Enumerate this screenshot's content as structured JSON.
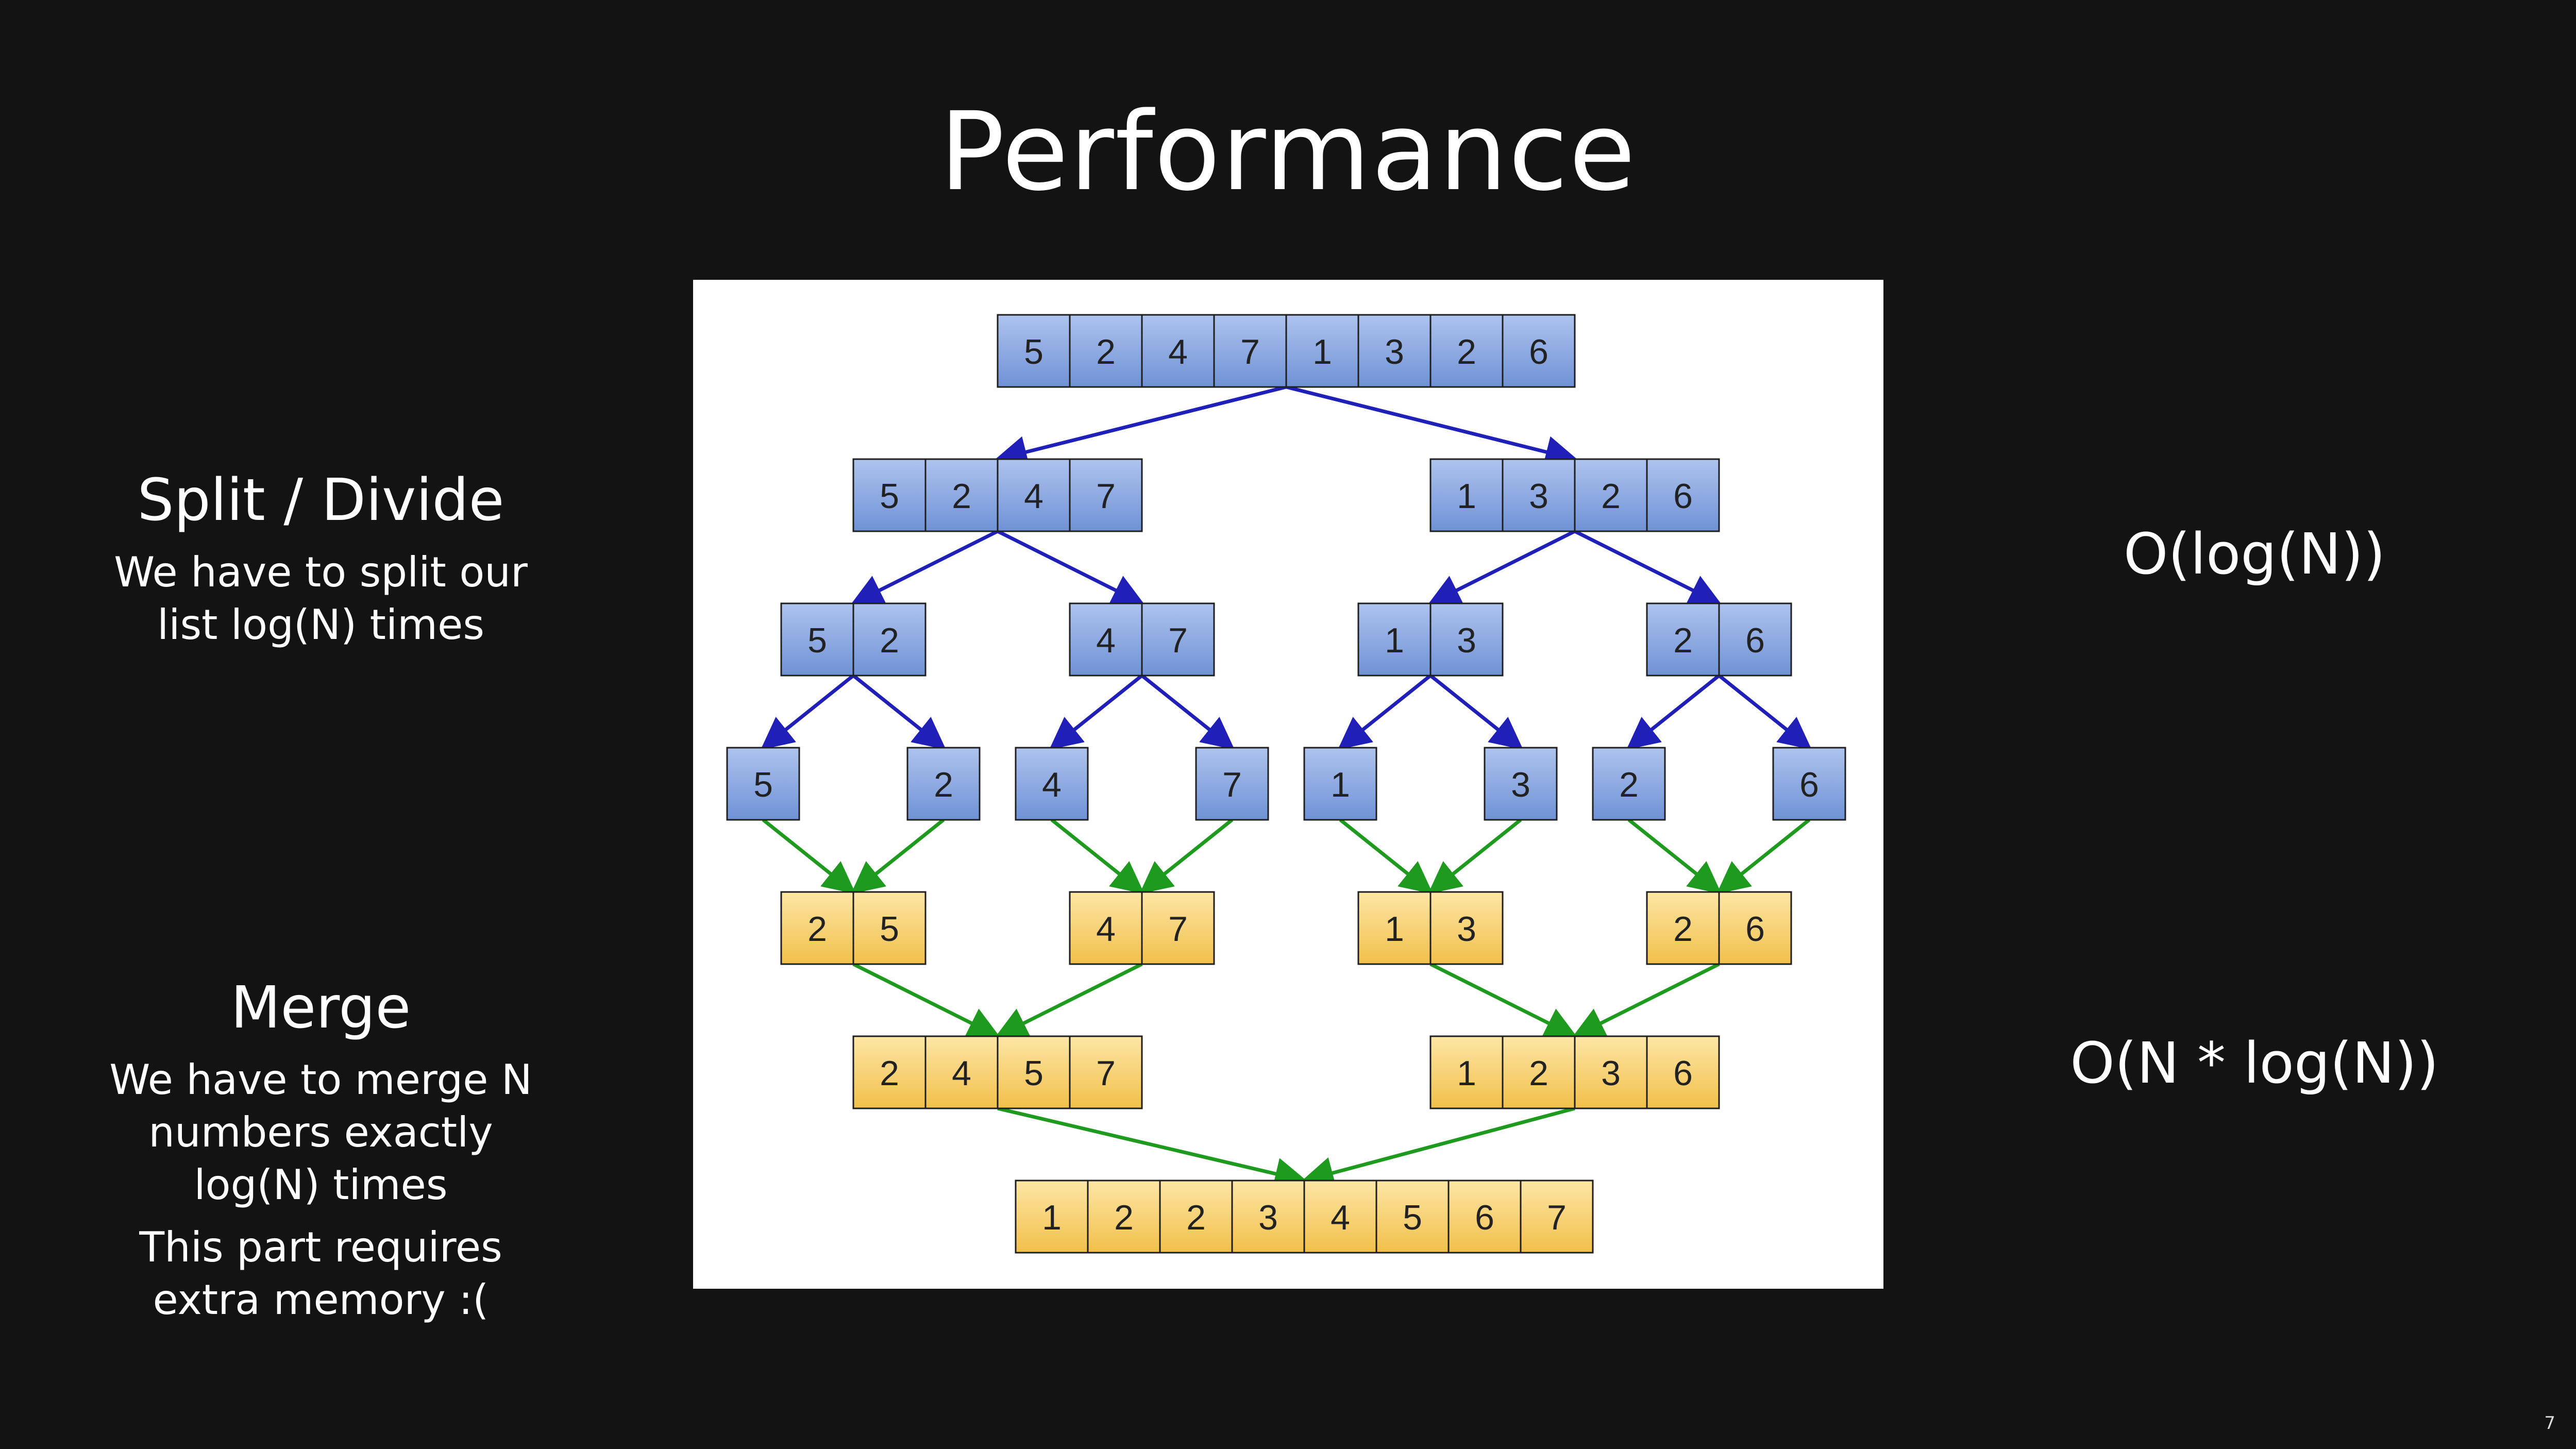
{
  "slide": {
    "title": "Performance",
    "page_number": "7"
  },
  "left": {
    "split_heading": "Split / Divide",
    "split_lines": [
      "We have to split our",
      "list log(N) times"
    ],
    "merge_heading": "Merge",
    "merge_lines": [
      "We have to merge N",
      "numbers exactly",
      "log(N) times"
    ],
    "memory_lines": [
      "This part requires",
      "extra memory :("
    ]
  },
  "right": {
    "split_complexity": "O(log(N))",
    "merge_complexity": "O(N * log(N))"
  },
  "diagram": {
    "colors": {
      "split_box": "#8aa9e0",
      "merge_box": "#f6cd64",
      "split_arrow": "#2020b8",
      "merge_arrow": "#1e9a1e"
    },
    "split_levels": [
      [
        [
          "5",
          "2",
          "4",
          "7",
          "1",
          "3",
          "2",
          "6"
        ]
      ],
      [
        [
          "5",
          "2",
          "4",
          "7"
        ],
        [
          "1",
          "3",
          "2",
          "6"
        ]
      ],
      [
        [
          "5",
          "2"
        ],
        [
          "4",
          "7"
        ],
        [
          "1",
          "3"
        ],
        [
          "2",
          "6"
        ]
      ],
      [
        [
          "5"
        ],
        [
          "2"
        ],
        [
          "4"
        ],
        [
          "7"
        ],
        [
          "1"
        ],
        [
          "3"
        ],
        [
          "2"
        ],
        [
          "6"
        ]
      ]
    ],
    "merge_levels": [
      [
        [
          "2",
          "5"
        ],
        [
          "4",
          "7"
        ],
        [
          "1",
          "3"
        ],
        [
          "2",
          "6"
        ]
      ],
      [
        [
          "2",
          "4",
          "5",
          "7"
        ],
        [
          "1",
          "2",
          "3",
          "6"
        ]
      ],
      [
        [
          "1",
          "2",
          "2",
          "3",
          "4",
          "5",
          "6",
          "7"
        ]
      ]
    ]
  }
}
